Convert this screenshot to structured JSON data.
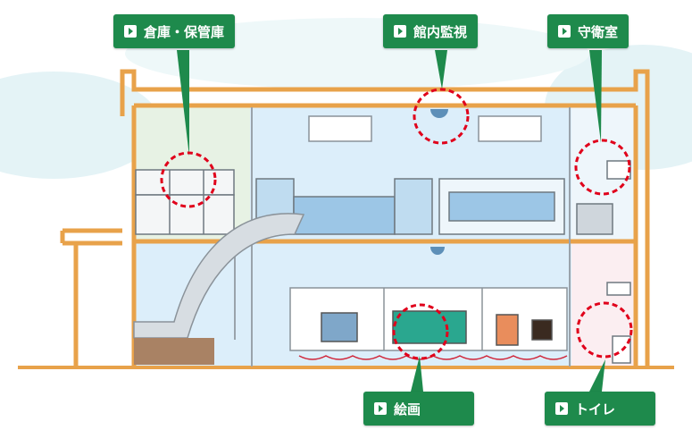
{
  "callouts": [
    {
      "id": "storage",
      "label": "倉庫・保管庫"
    },
    {
      "id": "monitor",
      "label": "館内監視"
    },
    {
      "id": "guard",
      "label": "守衛室"
    },
    {
      "id": "painting",
      "label": "絵画"
    },
    {
      "id": "toilet",
      "label": "トイレ"
    }
  ],
  "colors": {
    "wall": "#e8a24a",
    "callout": "#1e8a4c",
    "marker": "#e0001b",
    "floor_blue": "#dceefa",
    "storage_green": "#e7f2e4",
    "toilet_pink": "#fbeef1"
  }
}
